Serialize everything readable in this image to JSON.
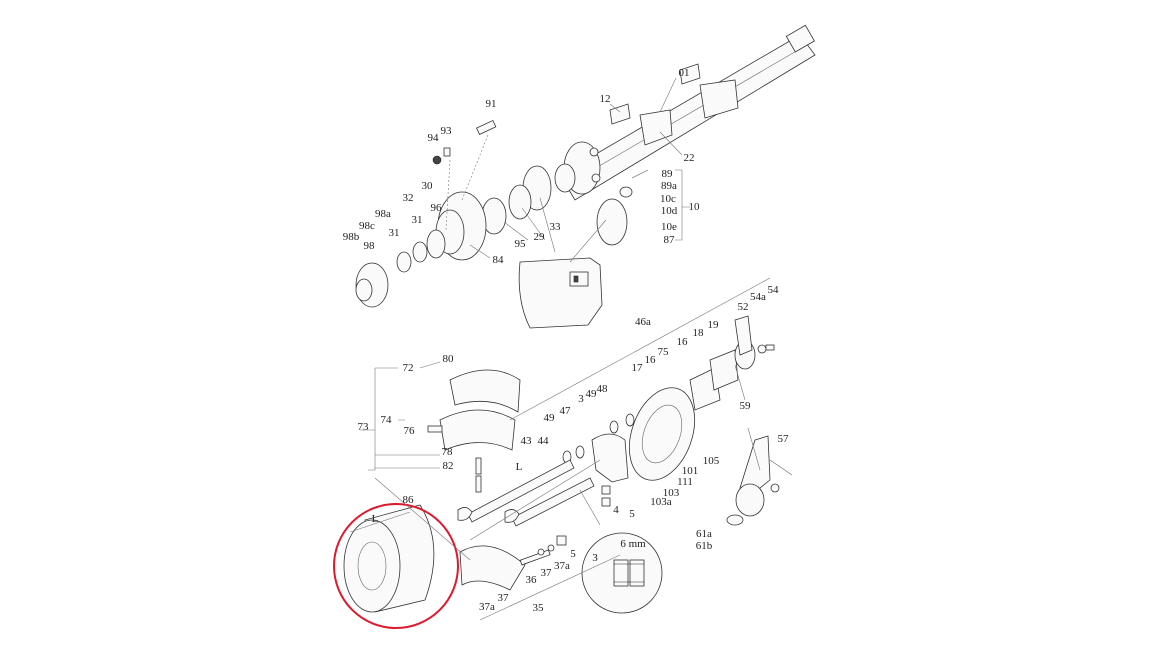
{
  "diagram": {
    "highlight_color": "#e0182d",
    "callouts": [
      "01",
      "12",
      "22",
      "91",
      "94",
      "93",
      "89",
      "89a",
      "10c",
      "10d",
      "10",
      "10e",
      "87",
      "30",
      "32",
      "31",
      "96",
      "33",
      "29",
      "95",
      "84",
      "98a",
      "98c",
      "98b",
      "98",
      "31",
      "46a",
      "54a",
      "54",
      "52",
      "19",
      "18",
      "16",
      "75",
      "16",
      "17",
      "48",
      "49",
      "3",
      "47",
      "49",
      "59",
      "57",
      "105",
      "101",
      "111",
      "103",
      "103a",
      "80",
      "72",
      "74",
      "76",
      "73",
      "78",
      "82",
      "43",
      "44",
      "4",
      "5",
      "86",
      "6 mm",
      "3",
      "37a",
      "37",
      "36",
      "5",
      "37",
      "37a",
      "35",
      "61a",
      "61b",
      "L",
      "L"
    ]
  }
}
